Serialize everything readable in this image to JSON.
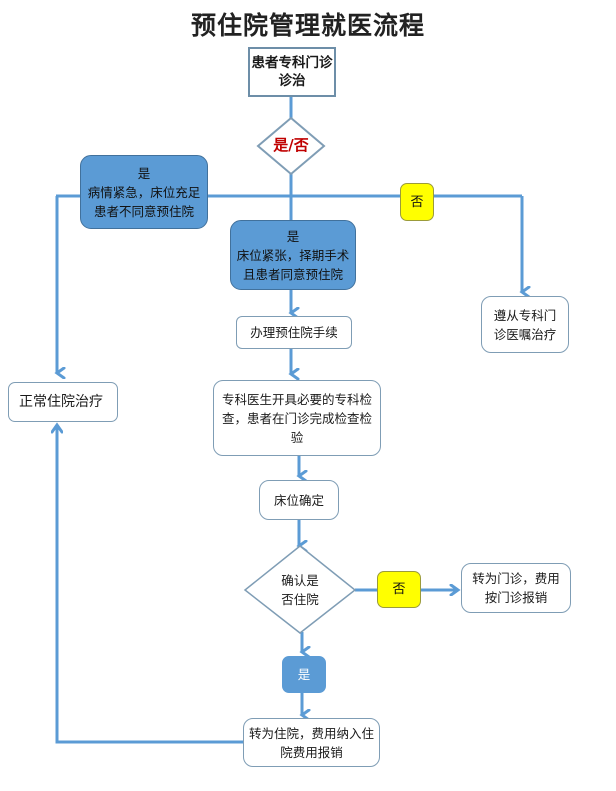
{
  "title": "预住院管理就医流程",
  "colors": {
    "line": "#5b9bd5",
    "blue_box": "#5b9bd5",
    "yellow_box": "#ffff00",
    "decision_text": "#c00000",
    "box_border": "#7f9db5"
  },
  "nodes": {
    "start": {
      "lines": [
        "患者专科门诊",
        "诊治"
      ]
    },
    "decision1": {
      "label": "是/否"
    },
    "yes_emergency": {
      "lines": [
        "是",
        "病情紧急，床位充足",
        "患者不同意预住院"
      ]
    },
    "no_badge1": {
      "label": "否"
    },
    "yes_scheduled": {
      "lines": [
        "是",
        "床位紧张，择期手术",
        "且患者同意预住院"
      ]
    },
    "follow_advice": {
      "lines": [
        "遵从专科门",
        "诊医嘱治疗"
      ]
    },
    "pre_admission": {
      "label": "办理预住院手续"
    },
    "normal_inpatient": {
      "label": "正常住院治疗"
    },
    "exams": {
      "lines": [
        "专科医生开具必要的专科检",
        "查，患者在门诊完成检查检",
        "验"
      ]
    },
    "bed_confirm": {
      "label": "床位确定"
    },
    "decision2": {
      "lines": [
        "确认是",
        "否住院"
      ]
    },
    "no_badge2": {
      "label": "否"
    },
    "to_outpatient": {
      "lines": [
        "转为门诊，费用",
        "按门诊报销"
      ]
    },
    "yes_badge": {
      "label": "是"
    },
    "to_inpatient": {
      "lines": [
        "转为住院，费用纳入住",
        "院费用报销"
      ]
    }
  }
}
